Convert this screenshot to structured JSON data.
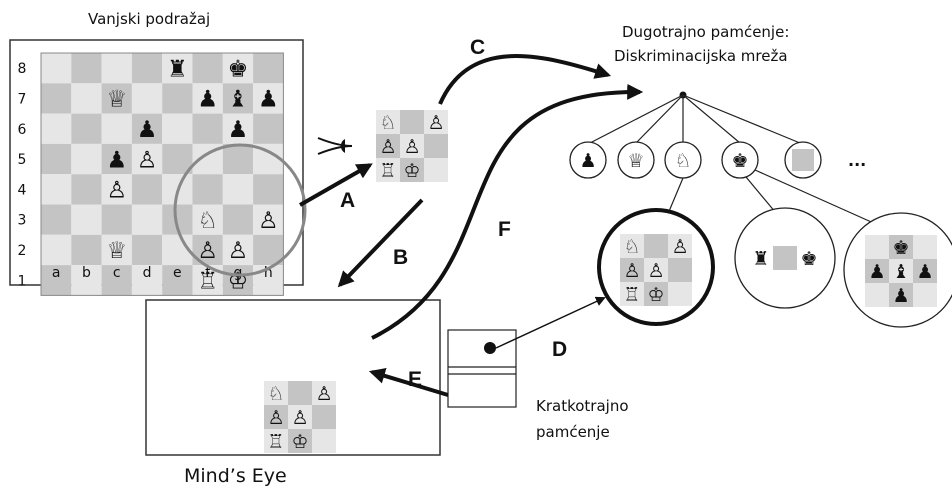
{
  "labels": {
    "external_stimulus": "Vanjski podražaj",
    "ltm_line1": "Dugotrajno pamćenje:",
    "ltm_line2": "Diskriminacijska mreža",
    "stm_line1": "Kratkotrajno",
    "stm_line2": "pamćenje",
    "minds_eye": "Mind’s Eye",
    "ellipsis": "..."
  },
  "arrows": {
    "A": "A",
    "B": "B",
    "C": "C",
    "D": "D",
    "E": "E",
    "F": "F"
  },
  "board": {
    "ranks": [
      "8",
      "7",
      "6",
      "5",
      "4",
      "3",
      "2",
      "1"
    ],
    "files": [
      "a",
      "b",
      "c",
      "d",
      "e",
      "f",
      "g",
      "h"
    ],
    "pieces": [
      {
        "sq": "e8",
        "glyph": "♜"
      },
      {
        "sq": "g8",
        "glyph": "♚"
      },
      {
        "sq": "c7",
        "glyph": "♕"
      },
      {
        "sq": "f7",
        "glyph": "♟"
      },
      {
        "sq": "g7",
        "glyph": "♝"
      },
      {
        "sq": "h7",
        "glyph": "♟"
      },
      {
        "sq": "d6",
        "glyph": "♟"
      },
      {
        "sq": "g6",
        "glyph": "♟"
      },
      {
        "sq": "c5",
        "glyph": "♟"
      },
      {
        "sq": "d5",
        "glyph": "♙"
      },
      {
        "sq": "c4",
        "glyph": "♙"
      },
      {
        "sq": "f3",
        "glyph": "♘"
      },
      {
        "sq": "h3",
        "glyph": "♙"
      },
      {
        "sq": "c2",
        "glyph": "♕"
      },
      {
        "sq": "f2",
        "glyph": "♙"
      },
      {
        "sq": "g2",
        "glyph": "♙"
      },
      {
        "sq": "f1",
        "glyph": "♖"
      },
      {
        "sq": "g1",
        "glyph": "♔"
      }
    ]
  },
  "chunk_pattern": [
    [
      "♘",
      "",
      "♙"
    ],
    [
      "♙",
      "♙",
      ""
    ],
    [
      "♖",
      "♔",
      ""
    ]
  ],
  "level1_nodes": [
    "♟",
    "♕",
    "♘",
    "♚",
    ""
  ],
  "chunk_king_rook": [
    "♜",
    "",
    "♚"
  ],
  "chunk_fianchetto": [
    [
      "",
      "♚",
      ""
    ],
    [
      "♟",
      "♝",
      "♟"
    ],
    [
      "",
      "♟",
      ""
    ]
  ]
}
